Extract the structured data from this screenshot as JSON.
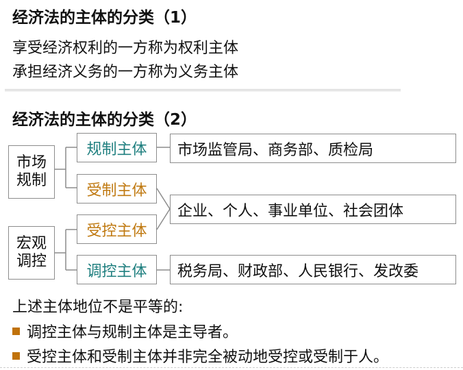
{
  "section1": {
    "title": "经济法的主体的分类（1）",
    "lines": [
      "享受经济权利的一方称为权利主体",
      "承担经济义务的一方称为义务主体"
    ]
  },
  "section2": {
    "title": "经济法的主体的分类（2）",
    "categories": [
      {
        "label_line1": "市场",
        "label_line2": "规制"
      },
      {
        "label_line1": "宏观",
        "label_line2": "调控"
      }
    ],
    "subjects": [
      {
        "label": "规制主体",
        "color": "#1f7f7f"
      },
      {
        "label": "受制主体",
        "color": "#c07a12"
      },
      {
        "label": "受控主体",
        "color": "#c07a12"
      },
      {
        "label": "调控主体",
        "color": "#1f7f7f"
      }
    ],
    "examples": [
      "市场监管局、商务部、质检局",
      "企业、个人、事业单位、社会团体",
      "税务局、财政部、人民银行、发改委"
    ]
  },
  "notes": {
    "intro": "上述主体地位不是平等的:",
    "bullets": [
      "调控主体与规制主体是主导者。",
      "受控主体和受制主体并非完全被动地受控或受制于人。"
    ],
    "bullet_color": "#c0720a"
  }
}
